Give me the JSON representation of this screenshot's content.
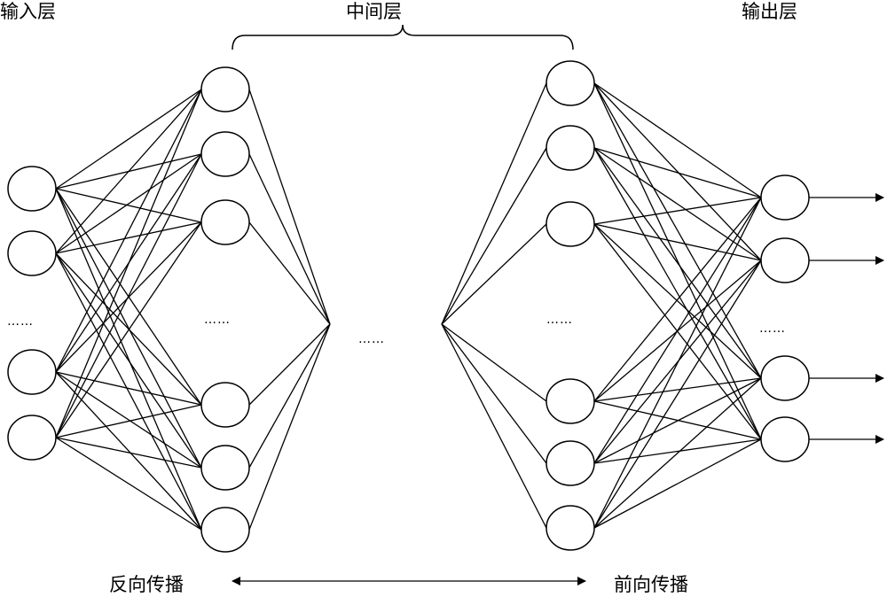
{
  "labels": {
    "input_layer": "输入层",
    "hidden_layer": "中间层",
    "output_layer": "输出层",
    "backward": "反向传播",
    "forward": "前向传播",
    "ellipsis": "……"
  },
  "colors": {
    "stroke": "#000000",
    "background": "#ffffff"
  }
}
